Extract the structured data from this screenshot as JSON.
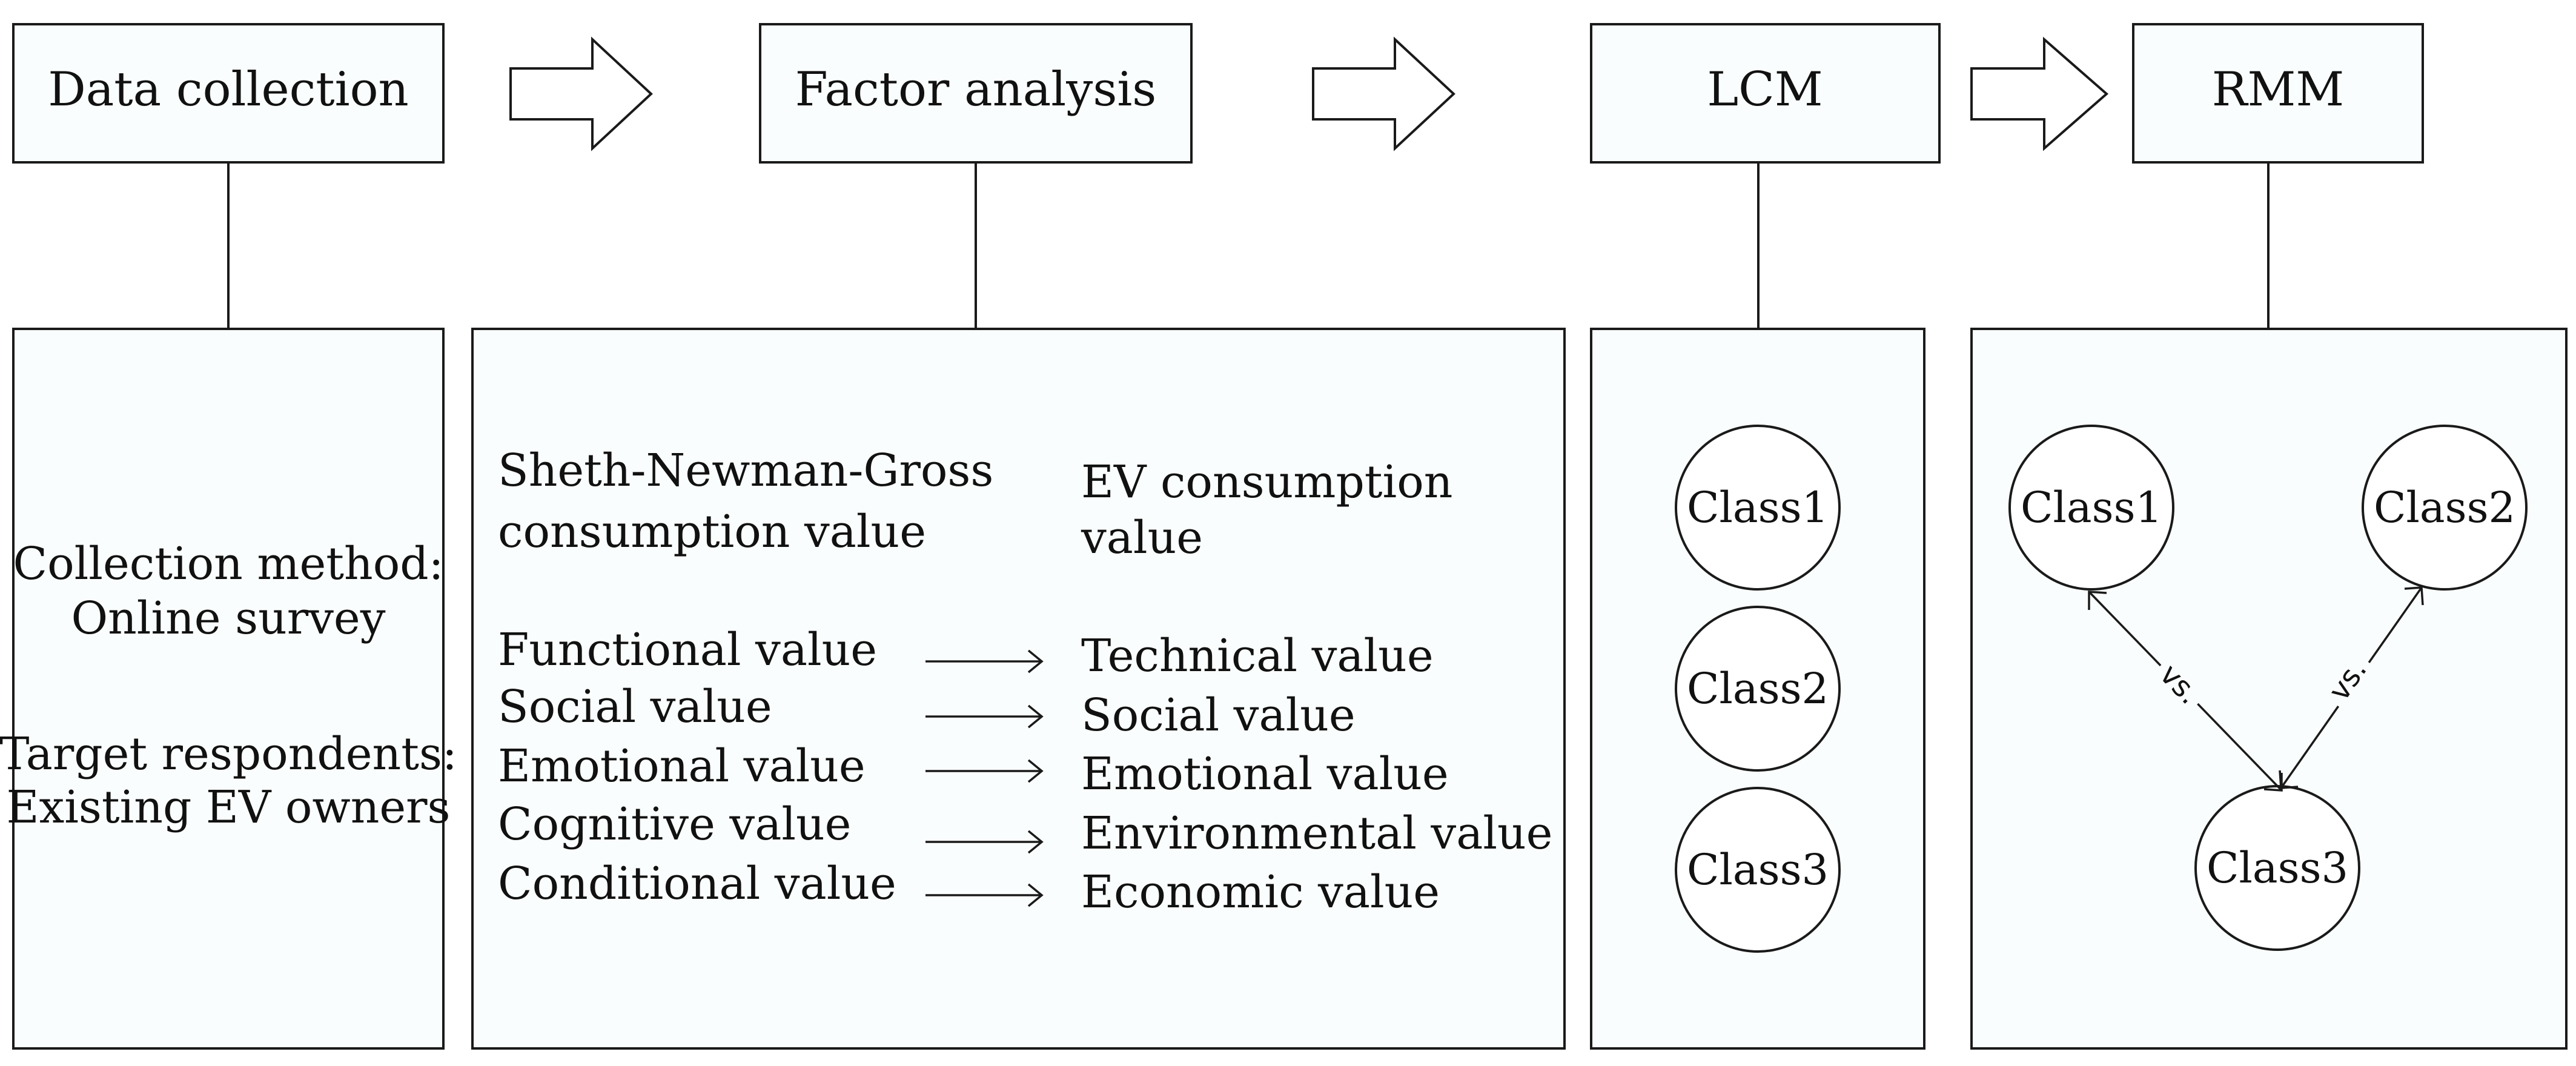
{
  "steps": {
    "data_collection": "Data collection",
    "factor_analysis": "Factor analysis",
    "lcm": "LCM",
    "rmm": "RMM"
  },
  "data_panel": {
    "method_label": "Collection method:",
    "method_value": "Online survey",
    "target_label": "Target respondents:",
    "target_value": "Existing EV owners"
  },
  "factor_panel": {
    "left_header_line1": "Sheth-Newman-Gross",
    "left_header_line2": "consumption value",
    "right_header_line1": "EV consumption",
    "right_header_line2": "value",
    "left_items": [
      "Functional value",
      "Social value",
      "Emotional value",
      "Cognitive value",
      "Conditional value"
    ],
    "right_items": [
      "Technical value",
      "Social value",
      "Emotional value",
      "Environmental value",
      "Economic value"
    ]
  },
  "lcm_panel": {
    "classes": [
      "Class1",
      "Class2",
      "Class3"
    ]
  },
  "rmm_panel": {
    "class1": "Class1",
    "class2": "Class2",
    "class3": "Class3",
    "vs_left": "vs.",
    "vs_right": "vs."
  }
}
